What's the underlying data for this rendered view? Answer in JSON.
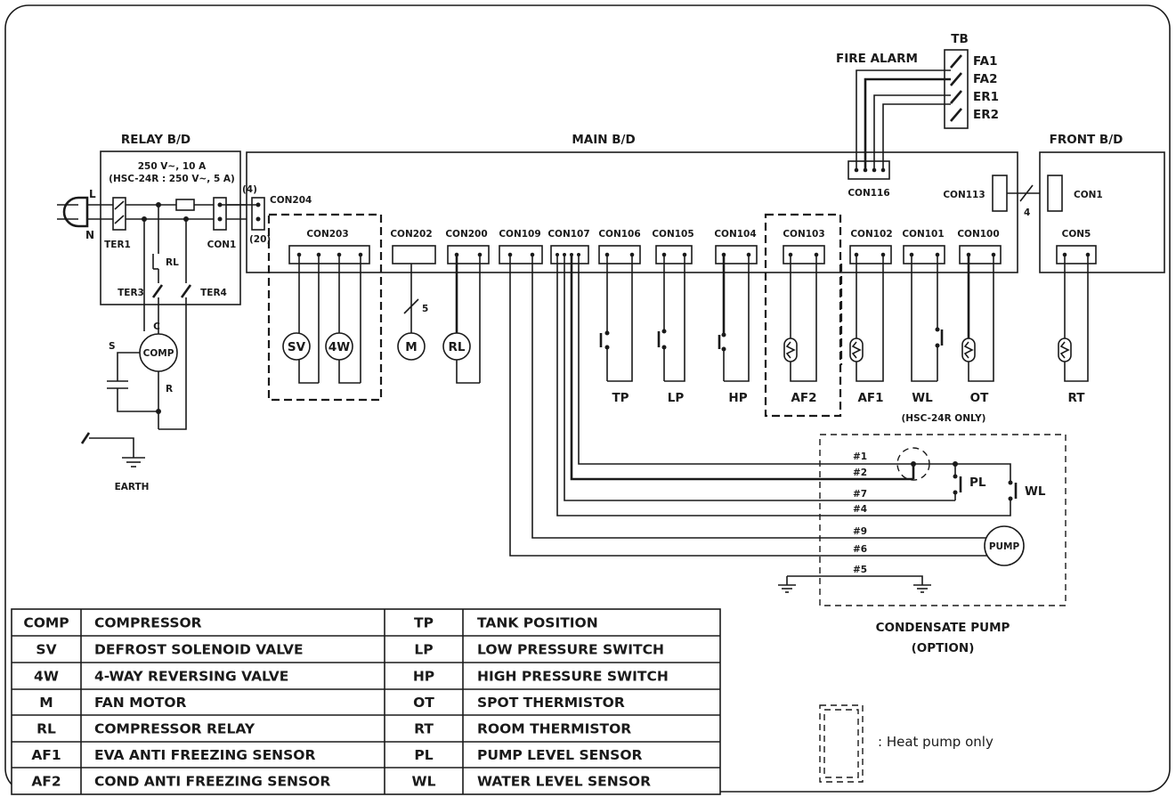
{
  "boards": {
    "relay": "RELAY B/D",
    "main": "MAIN B/D",
    "front": "FRONT B/D",
    "tb": "TB",
    "fire_alarm": "FIRE ALARM"
  },
  "relay": {
    "rating1": "250 V~, 10 A",
    "rating2": "(HSC-24R : 250 V~, 5 A)",
    "ter1": "TER1",
    "ter3": "TER3",
    "ter4": "TER4",
    "con1": "CON1",
    "rl": "RL",
    "l": "L",
    "n": "N",
    "pin4": "(4)",
    "pin20": "(20)"
  },
  "tb_terms": [
    "FA1",
    "FA2",
    "ER1",
    "ER2"
  ],
  "connectors": {
    "con204": "CON204",
    "con203": "CON203",
    "con202": "CON202",
    "con200": "CON200",
    "con109": "CON109",
    "con107": "CON107",
    "con106": "CON106",
    "con105": "CON105",
    "con104": "CON104",
    "con103": "CON103",
    "con102": "CON102",
    "con101": "CON101",
    "con100": "CON100",
    "con116": "CON116",
    "con113": "CON113",
    "con1": "CON1",
    "con5": "CON5",
    "wire_count_4": "4",
    "wire_count_5": "5"
  },
  "components": {
    "sv": "SV",
    "fourw": "4W",
    "m": "M",
    "rl": "RL",
    "comp": "COMP",
    "c": "C",
    "s": "S",
    "r": "R",
    "earth": "EARTH",
    "tp": "TP",
    "lp": "LP",
    "hp": "HP",
    "af2": "AF2",
    "af1": "AF1",
    "wl": "WL",
    "ot": "OT",
    "rt": "RT",
    "hsc_only": "(HSC-24R ONLY)"
  },
  "pump": {
    "pins": [
      "#1",
      "#2",
      "#7",
      "#4",
      "#9",
      "#6",
      "#5"
    ],
    "pl": "PL",
    "wl": "WL",
    "pump": "PUMP",
    "title1": "CONDENSATE PUMP",
    "title2": "(OPTION)"
  },
  "legend_rows": [
    [
      "COMP",
      "COMPRESSOR",
      "TP",
      "TANK POSITION"
    ],
    [
      "SV",
      "DEFROST SOLENOID VALVE",
      "LP",
      "LOW PRESSURE SWITCH"
    ],
    [
      "4W",
      "4-WAY REVERSING VALVE",
      "HP",
      "HIGH PRESSURE SWITCH"
    ],
    [
      "M",
      "FAN MOTOR",
      "OT",
      "SPOT THERMISTOR"
    ],
    [
      "RL",
      "COMPRESSOR RELAY",
      "RT",
      "ROOM THERMISTOR"
    ],
    [
      "AF1",
      "EVA ANTI FREEZING SENSOR",
      "PL",
      "PUMP LEVEL SENSOR"
    ],
    [
      "AF2",
      "COND ANTI FREEZING SENSOR",
      "WL",
      "WATER LEVEL SENSOR"
    ]
  ],
  "heat_pump_note": ": Heat pump only"
}
